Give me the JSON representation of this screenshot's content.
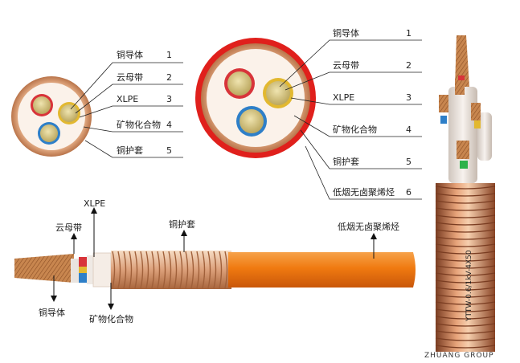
{
  "small_section": {
    "labels": [
      {
        "num": "1",
        "text": "铜导体"
      },
      {
        "num": "2",
        "text": "云母带"
      },
      {
        "num": "3",
        "text": "XLPE"
      },
      {
        "num": "4",
        "text": "矿物化合物"
      },
      {
        "num": "5",
        "text": "铜护套"
      }
    ]
  },
  "large_section": {
    "labels": [
      {
        "num": "1",
        "text": "铜导体"
      },
      {
        "num": "2",
        "text": "云母带"
      },
      {
        "num": "3",
        "text": "XLPE"
      },
      {
        "num": "4",
        "text": "矿物化合物"
      },
      {
        "num": "5",
        "text": "铜护套"
      },
      {
        "num": "6",
        "text": "低烟无卤聚烯烃"
      }
    ]
  },
  "side_view": {
    "labels": {
      "conductor": "铜导体",
      "mica": "云母带",
      "xlpe": "XLPE",
      "mineral": "矿物化合物",
      "sheath": "铜护套",
      "jacket": "低烟无卤聚烯烃"
    }
  },
  "photo": {
    "cable_print": "YTTW-0.6/1kV-4X50",
    "caption": "ZHUANG GROUP"
  },
  "colors": {
    "copper": "#c98a5a",
    "jacket_orange": "#f07a10",
    "outer_red": "#e0201c",
    "core_red": "#d8343a",
    "core_blue": "#2e7fc8",
    "core_yellow": "#e2b830",
    "conductor": "#d8cc88"
  }
}
